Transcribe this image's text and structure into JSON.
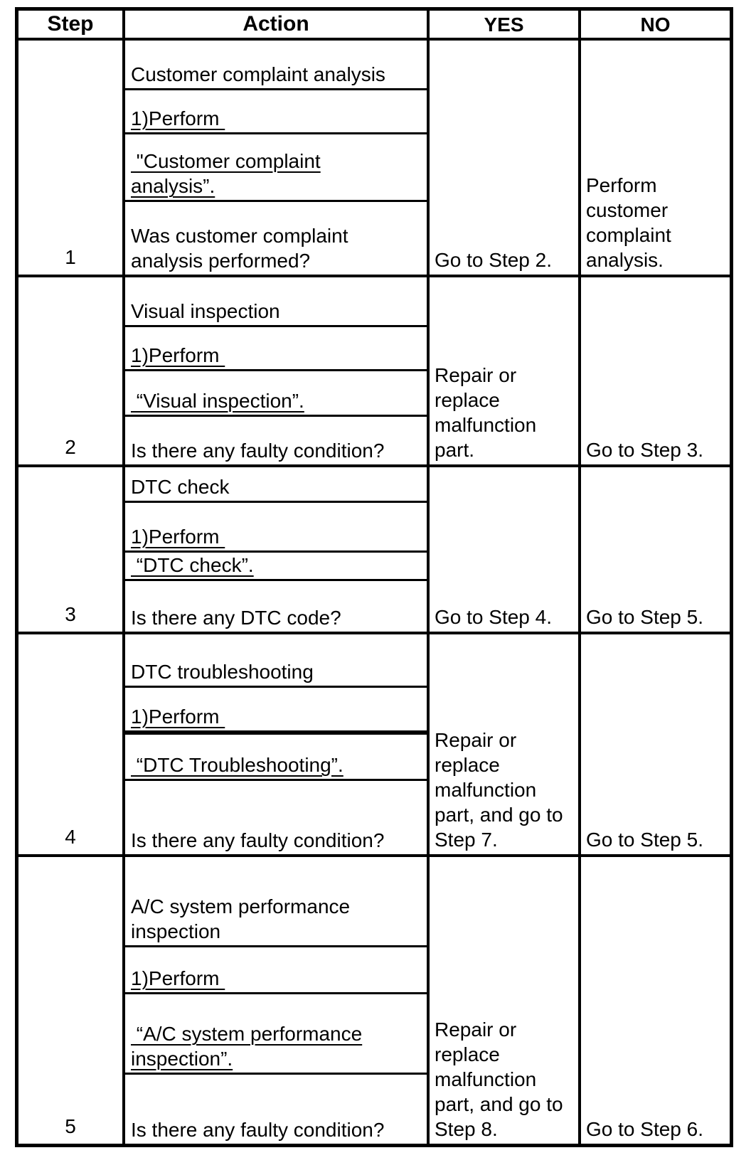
{
  "table": {
    "columns": {
      "step": "Step",
      "action": "Action",
      "yes": "YES",
      "no": "NO"
    },
    "rows": [
      {
        "step": "1",
        "action": [
          "Customer complaint analysis",
          "1)Perform ",
          " \"Customer complaint\nanalysis”.",
          "Was customer complaint\nanalysis performed?"
        ],
        "yes": "Go to Step 2.",
        "no": "Perform\ncustomer\ncomplaint\nanalysis."
      },
      {
        "step": "2",
        "action": [
          "Visual inspection",
          "1)Perform ",
          " “Visual inspection”.",
          "Is there any faulty condition?"
        ],
        "yes": "Repair or\nreplace\nmalfunction\npart.",
        "no": "Go to Step 3."
      },
      {
        "step": "3",
        "action": [
          "DTC check",
          "1)Perform ",
          " “DTC check”.",
          "Is there any DTC code?"
        ],
        "yes": "Go to Step 4.",
        "no": "Go to Step 5."
      },
      {
        "step": "4",
        "action": [
          "DTC troubleshooting",
          "1)Perform ",
          " “DTC Troubleshooting”.",
          "Is there any faulty condition?"
        ],
        "yes": "Repair or\nreplace\nmalfunction\npart, and go to\nStep 7.",
        "no": "Go to Step 5."
      },
      {
        "step": "5",
        "action": [
          "A/C system performance\ninspection",
          "1)Perform ",
          " “A/C system performance\ninspection”.",
          "Is there any faulty condition?"
        ],
        "yes": "Repair or\nreplace\nmalfunction\npart, and go to\nStep 8.",
        "no": "Go to Step 6."
      }
    ]
  }
}
